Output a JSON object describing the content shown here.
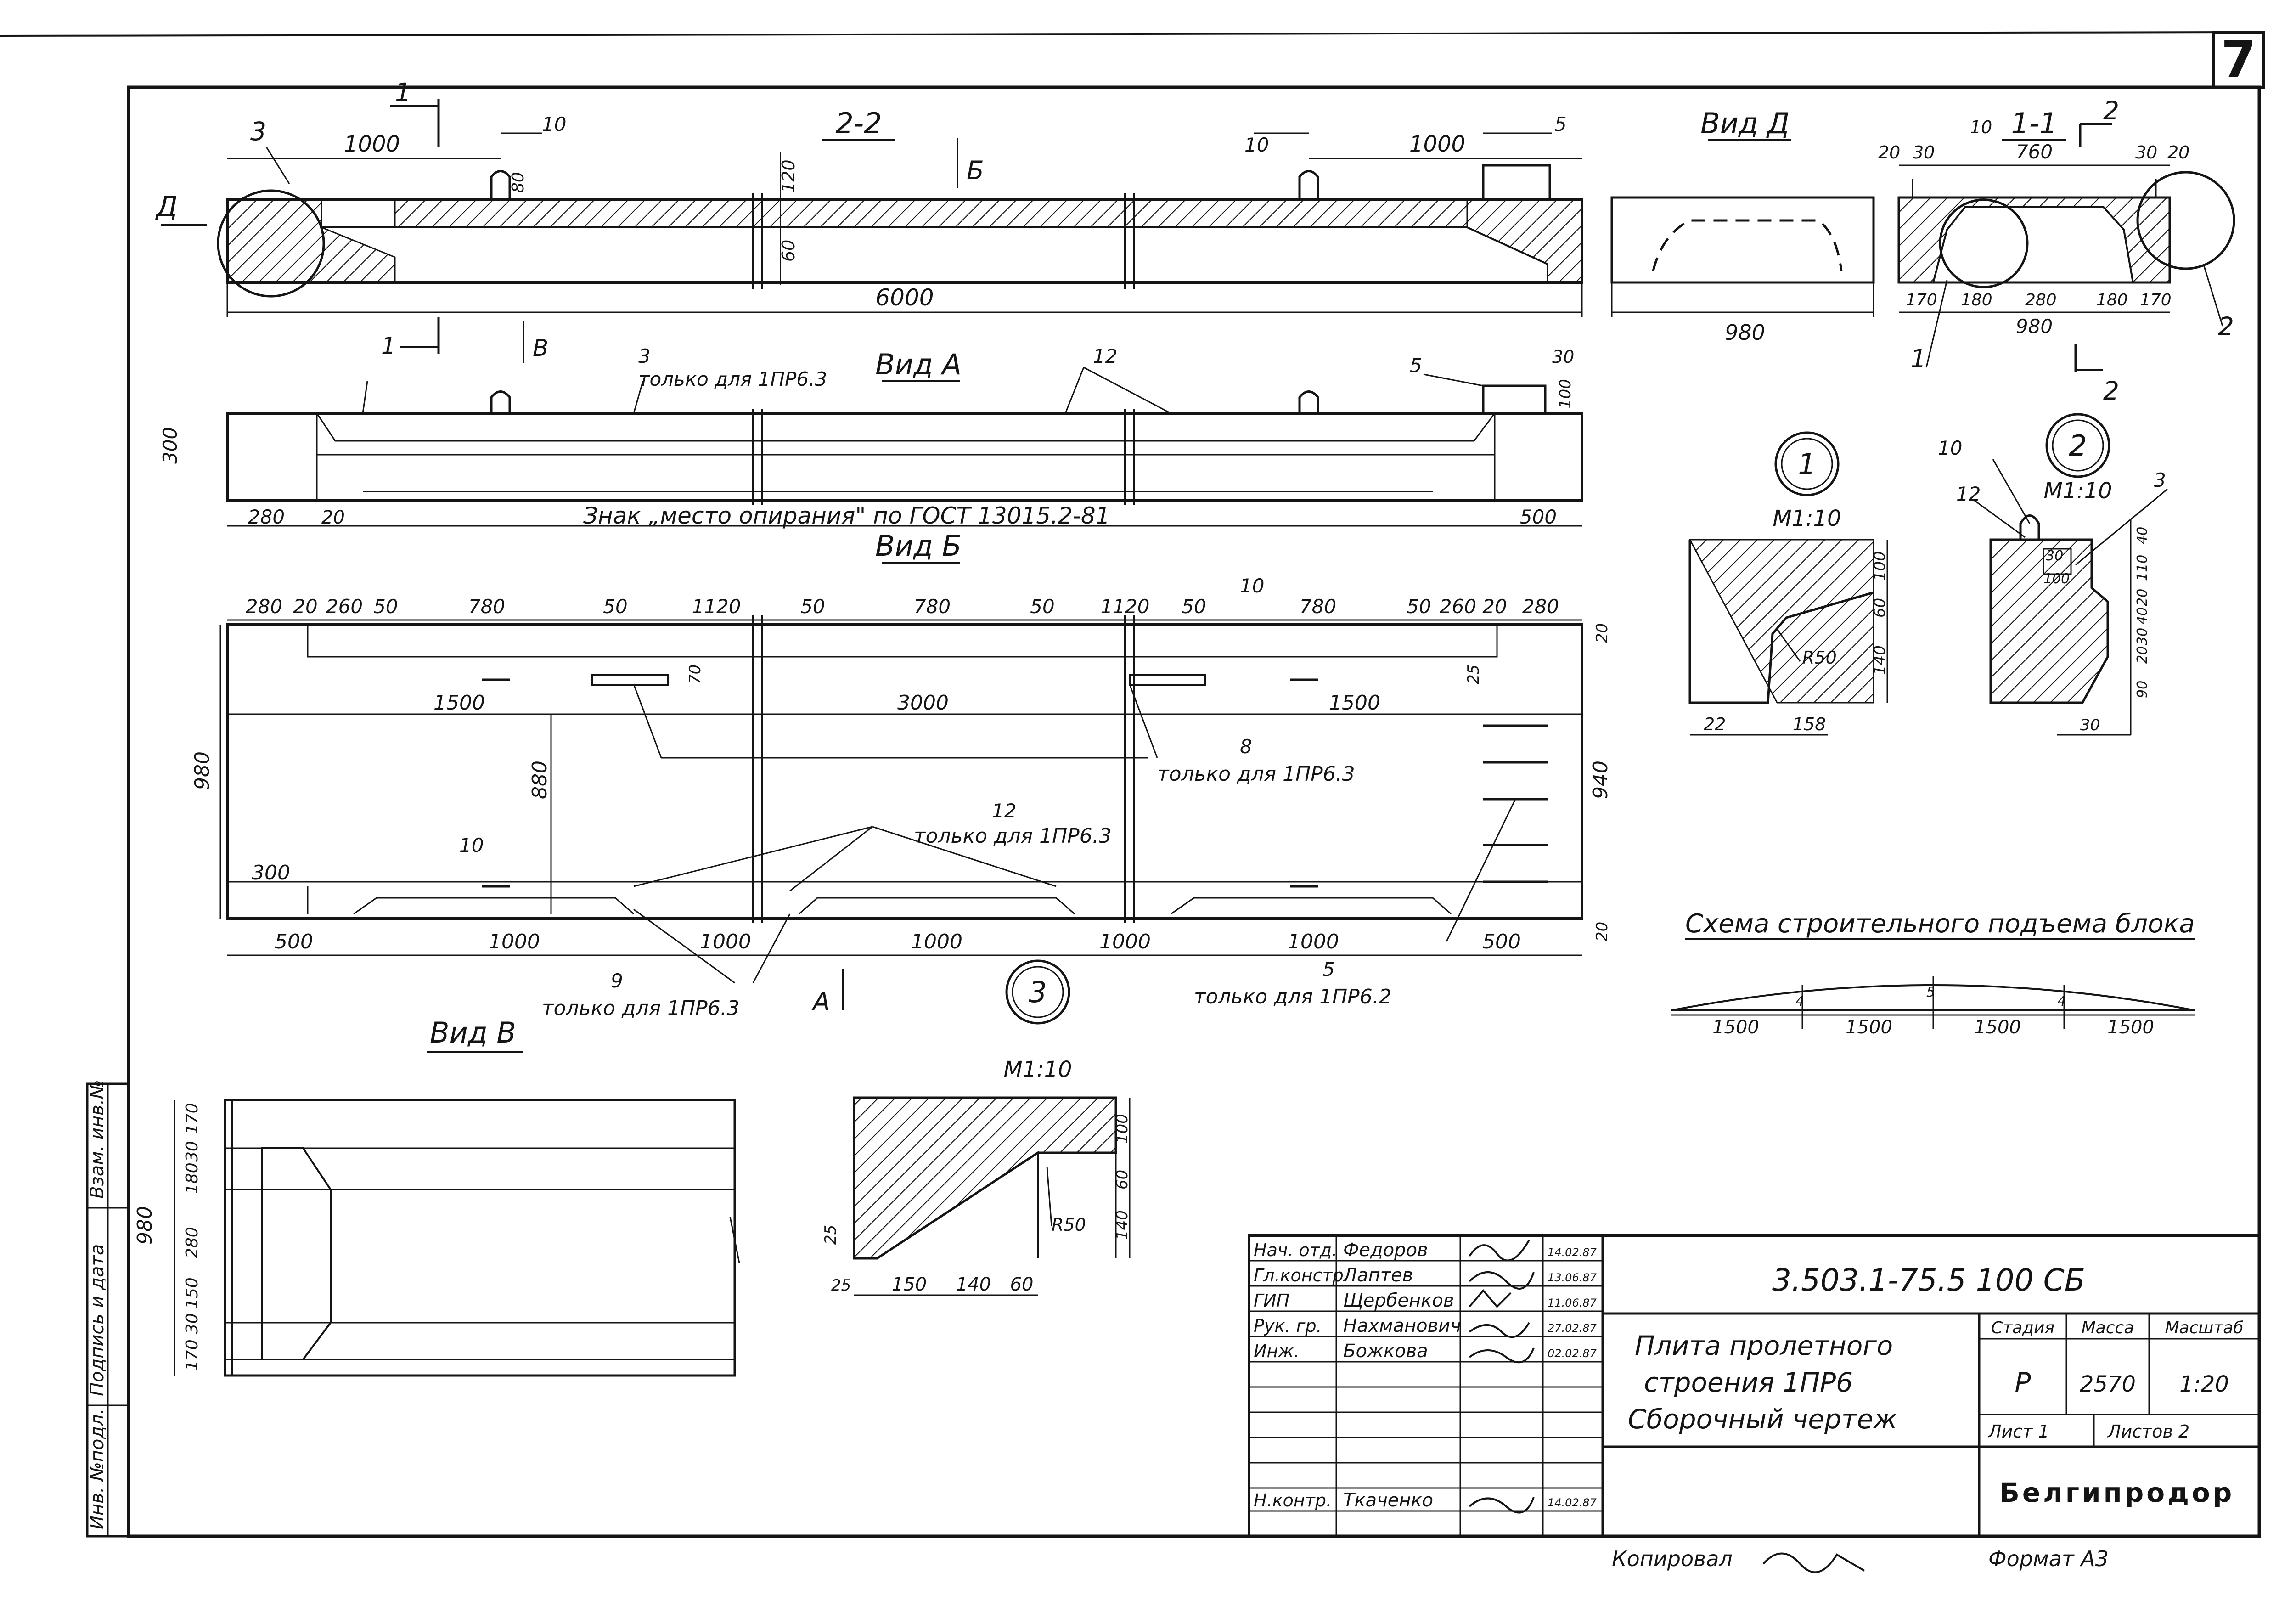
{
  "sheet_number": "7",
  "views": {
    "section_22": {
      "title": "2-2",
      "cut_1": "1",
      "cut_b": "Б",
      "arrow_d": "Д",
      "ref_3": "3",
      "dim_1000_l": "1000",
      "dim_1000_r": "1000",
      "dim_120": "120",
      "dim_60": "60",
      "dim_80": "80",
      "dim_6000": "6000",
      "ref_10_l": "10",
      "ref_10_r": "10",
      "ref_5": "5"
    },
    "view_d": {
      "title": "Вид Д",
      "dim_980": "980"
    },
    "section_11": {
      "title": "1-1",
      "cut_2_top": "2",
      "cut_2_bot": "2",
      "ref_10": "10",
      "d20l": "20",
      "d30l": "30",
      "d760": "760",
      "d30r": "30",
      "d20r": "20",
      "d170l": "170",
      "d180l": "180",
      "d280": "280",
      "d180r": "180",
      "d170r": "170",
      "d980": "980",
      "ref_1": "1",
      "ref_2": "2"
    },
    "view_a": {
      "title": "Вид А",
      "cut_1": "1",
      "cut_v": "В",
      "ref_3": "3",
      "note_3": "только для 1ПР6.3",
      "ref_12": "12",
      "ref_5": "5",
      "d300": "300",
      "d280": "280",
      "d20": "20",
      "d500": "500",
      "d30": "30",
      "d100": "100",
      "support_note": "Знак „место опирания\" по ГОСТ 13015.2-81"
    },
    "view_b": {
      "title": "Вид Б",
      "top_dims": [
        "280",
        "20",
        "260",
        "50",
        "780",
        "50",
        "1120",
        "50",
        "780",
        "50",
        "1120",
        "50",
        "780",
        "50",
        "260",
        "20",
        "280"
      ],
      "d1500l": "1500",
      "d3000": "3000",
      "d1500r": "1500",
      "d70": "70",
      "d25": "25",
      "d980": "980",
      "d880": "880",
      "d940": "940",
      "d300": "300",
      "d20a": "20",
      "d20b": "20",
      "bottom_dims": [
        "500",
        "1000",
        "1000",
        "1000",
        "1000",
        "1000",
        "500"
      ],
      "ref_10a": "10",
      "ref_10b": "10",
      "ref_8": "8",
      "note_8": "только для 1ПР6.3",
      "ref_12": "12",
      "note_12": "только для 1ПР6.3",
      "ref_9": "9",
      "note_9": "только для 1ПР6.3",
      "ref_5": "5",
      "note_5": "только для 1ПР6.2",
      "cut_a": "А"
    },
    "view_v": {
      "title": "Вид В",
      "dims": [
        "170",
        "30",
        "180",
        "280",
        "150",
        "30",
        "170"
      ],
      "d980": "980"
    },
    "node1": {
      "num": "1",
      "scale": "М1:10",
      "d100": "100",
      "d60": "60",
      "d140": "140",
      "r250": "R50",
      "d22": "22",
      "d158": "158"
    },
    "node2": {
      "num": "2",
      "scale": "М1:10",
      "ref_10": "10",
      "ref_12": "12",
      "ref_3": "3",
      "d30": "30",
      "d100": "100",
      "d40": "40",
      "d110": "110",
      "d20": "20",
      "d40b": "40",
      "d30b": "30",
      "d20b": "20",
      "d90": "90",
      "d30c": "30"
    },
    "node3": {
      "num": "3",
      "scale": "М1:10",
      "d100": "100",
      "d60": "60",
      "d140": "140",
      "r250": "R50",
      "d25a": "25",
      "d25b": "25",
      "d150": "150",
      "d140b": "140",
      "d60b": "60"
    },
    "lift_scheme": {
      "title": "Схема строительного подъема блока",
      "dims": [
        "1500",
        "1500",
        "1500",
        "1500"
      ],
      "arrow_a": "4",
      "arrow_b": "5",
      "arrow_c": "4"
    }
  },
  "left_margin": {
    "labels": [
      "Инв. №подл.",
      "Подпись и дата",
      "Взам. инв.№"
    ]
  },
  "title_block": {
    "doc_code": "3.503.1-75.5 100 СБ",
    "rows": [
      {
        "role": "Нач. отд.",
        "name": "Федоров",
        "date": "14.02.87"
      },
      {
        "role": "Гл.констр.",
        "name": "Лаптев",
        "date": "13.06.87"
      },
      {
        "role": "ГИП",
        "name": "Щербенков",
        "date": "11.06.87"
      },
      {
        "role": "Рук. гр.",
        "name": "Нахманович",
        "date": "27.02.87"
      },
      {
        "role": "Инж.",
        "name": "Божкова",
        "date": "02.02.87"
      }
    ],
    "control": {
      "role": "Н.контр.",
      "name": "Ткаченко",
      "date": "14.02.87"
    },
    "name_line1": "Плита пролетного",
    "name_line2": "строения 1ПР6",
    "name_line3": "Сборочный чертеж",
    "stage_h": "Стадия",
    "mass_h": "Масса",
    "scale_h": "Масштаб",
    "stage": "Р",
    "mass": "2570",
    "scale": "1:20",
    "sheet": "Лист 1",
    "sheets": "Листов 2",
    "org": "Белгипродор",
    "copied": "Копировал",
    "format": "Формат А3"
  }
}
